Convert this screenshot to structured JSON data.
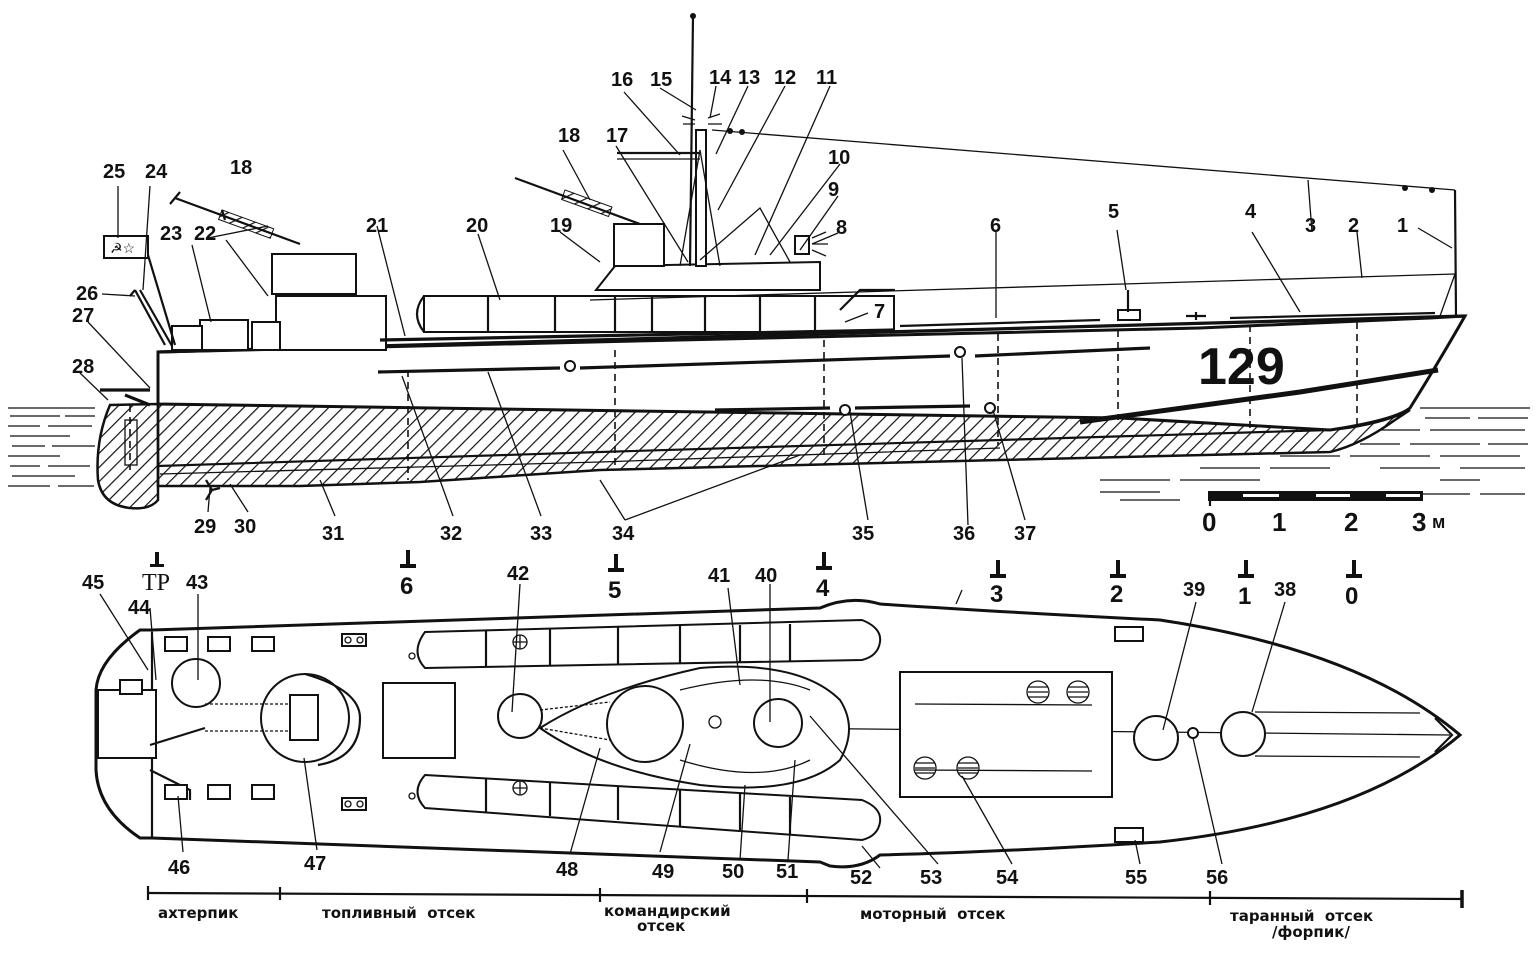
{
  "title": "Patrol boat 129 — side elevation and deck plan",
  "hull_number": "129",
  "colors": {
    "ink": "#111111",
    "paper": "#ffffff"
  },
  "side_view": {
    "callouts": [
      "1",
      "2",
      "3",
      "4",
      "5",
      "6",
      "7",
      "8",
      "9",
      "10",
      "11",
      "12",
      "13",
      "14",
      "15",
      "16",
      "17",
      "18",
      "18",
      "19",
      "20",
      "21",
      "22",
      "23",
      "24",
      "25",
      "26",
      "27",
      "28",
      "29",
      "30",
      "31",
      "32",
      "33",
      "34",
      "35",
      "36",
      "37"
    ]
  },
  "scale_bar": {
    "ticks": [
      "0",
      "1",
      "2",
      "3"
    ],
    "unit": "м",
    "range_m": [
      0,
      3
    ]
  },
  "frames": {
    "markers": [
      "ТР",
      "6",
      "5",
      "4",
      "3",
      "2",
      "1",
      "0"
    ]
  },
  "plan_view": {
    "callouts": [
      "38",
      "39",
      "40",
      "41",
      "42",
      "43",
      "44",
      "45",
      "46",
      "47",
      "48",
      "49",
      "50",
      "51",
      "52",
      "53",
      "54",
      "55",
      "56"
    ]
  },
  "compartments": [
    {
      "label": "ахтерпик"
    },
    {
      "label": "топливный  отсек"
    },
    {
      "label_line1": "командирский",
      "label_line2": "отсек"
    },
    {
      "label": "моторный  отсек"
    },
    {
      "label_line1": "таранный  отсек",
      "label_line2": "/форпик/"
    }
  ]
}
